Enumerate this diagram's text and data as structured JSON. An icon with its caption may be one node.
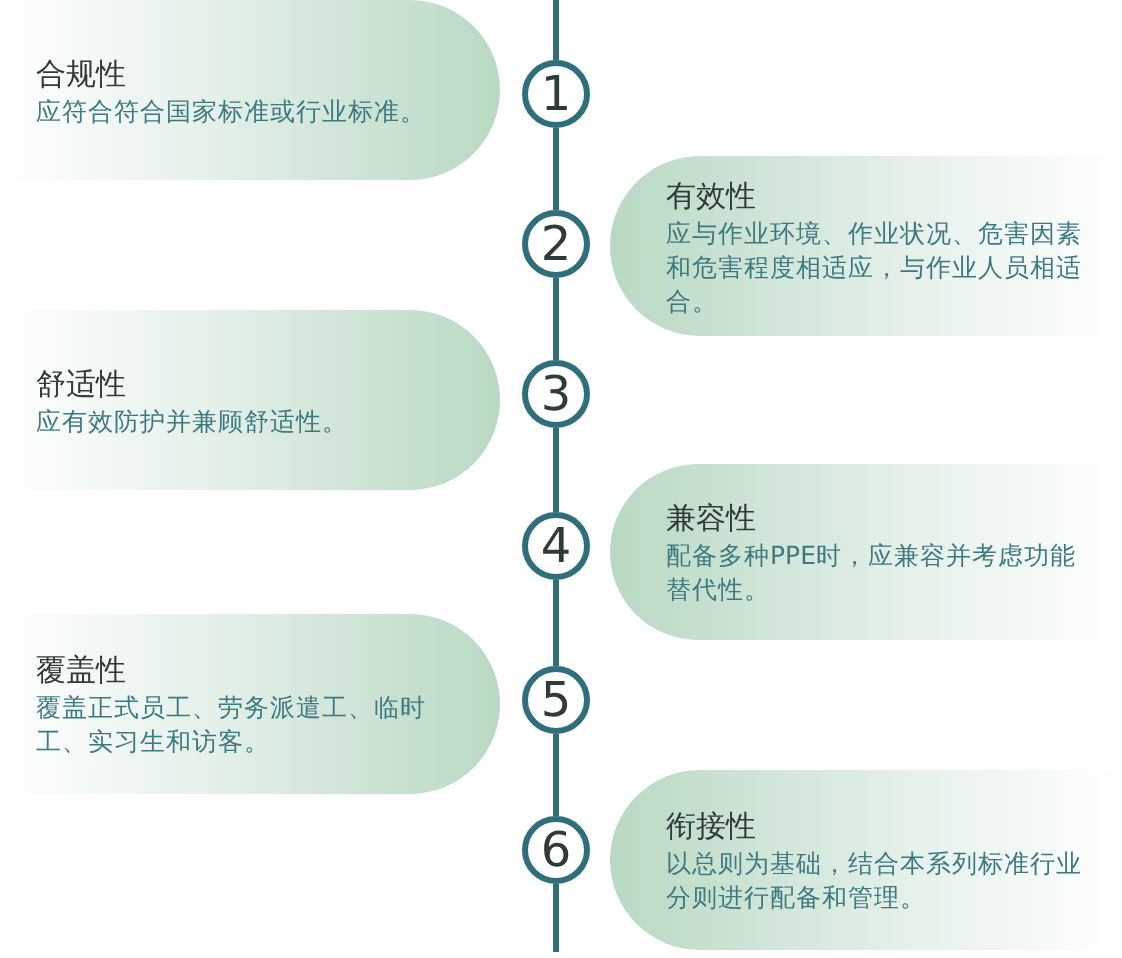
{
  "diagram": {
    "nodes": [
      {
        "text": [
          "合规性",
          "应符合符合国家标准或行业标准。"
        ]
      },
      {
        "text": [
          "1"
        ]
      },
      {
        "text": [
          "有效性",
          "应与作业环境、作业状况、危害因素和危害程度相适应，与作业人员相适合。"
        ]
      },
      {
        "text": [
          "2"
        ]
      },
      {
        "text": [
          "舒适性",
          "应有效防护并兼顾舒适性。"
        ]
      },
      {
        "text": [
          "3"
        ]
      },
      {
        "text": [
          "兼容性",
          "配备多种PPE时，应兼容并考虑功能替代性。"
        ]
      },
      {
        "text": [
          "4"
        ]
      },
      {
        "text": [
          "覆盖性",
          "覆盖正式员工、劳务派遣工、临时工、实习生和访客。"
        ]
      },
      {
        "text": [
          "5"
        ]
      },
      {
        "text": [
          "衔接性",
          "以总则为基础，结合本系列标准行业分则进行配备和管理。"
        ]
      },
      {
        "text": [
          "6"
        ]
      }
    ],
    "edges": [
      {
        "from": null,
        "to": 1,
        "arrow": "none"
      },
      {
        "from": 1,
        "to": 3,
        "arrow": "none"
      },
      {
        "from": 3,
        "to": 5,
        "arrow": "none"
      },
      {
        "from": 5,
        "to": 7,
        "arrow": "none"
      },
      {
        "from": 7,
        "to": 9,
        "arrow": "none"
      },
      {
        "from": 9,
        "to": 11,
        "arrow": "none"
      },
      {
        "from": 11,
        "to": null,
        "arrow": "none"
      }
    ]
  }
}
